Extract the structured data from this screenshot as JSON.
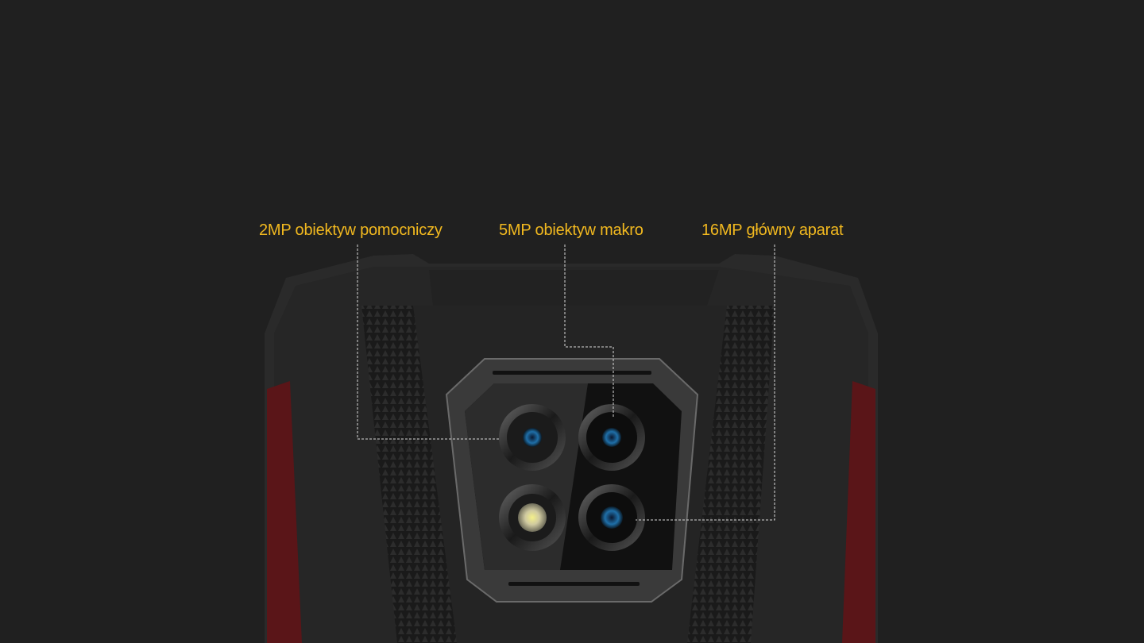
{
  "labels": [
    {
      "text": "2MP obiektyw pomocniczy"
    },
    {
      "text": "5MP obiektyw makro"
    },
    {
      "text": "16MP główny aparat"
    }
  ],
  "colors": {
    "background": "#202020",
    "label": "#f2b91f",
    "accent_red": "#5a1518",
    "leader_line": "#d8d8d8"
  }
}
